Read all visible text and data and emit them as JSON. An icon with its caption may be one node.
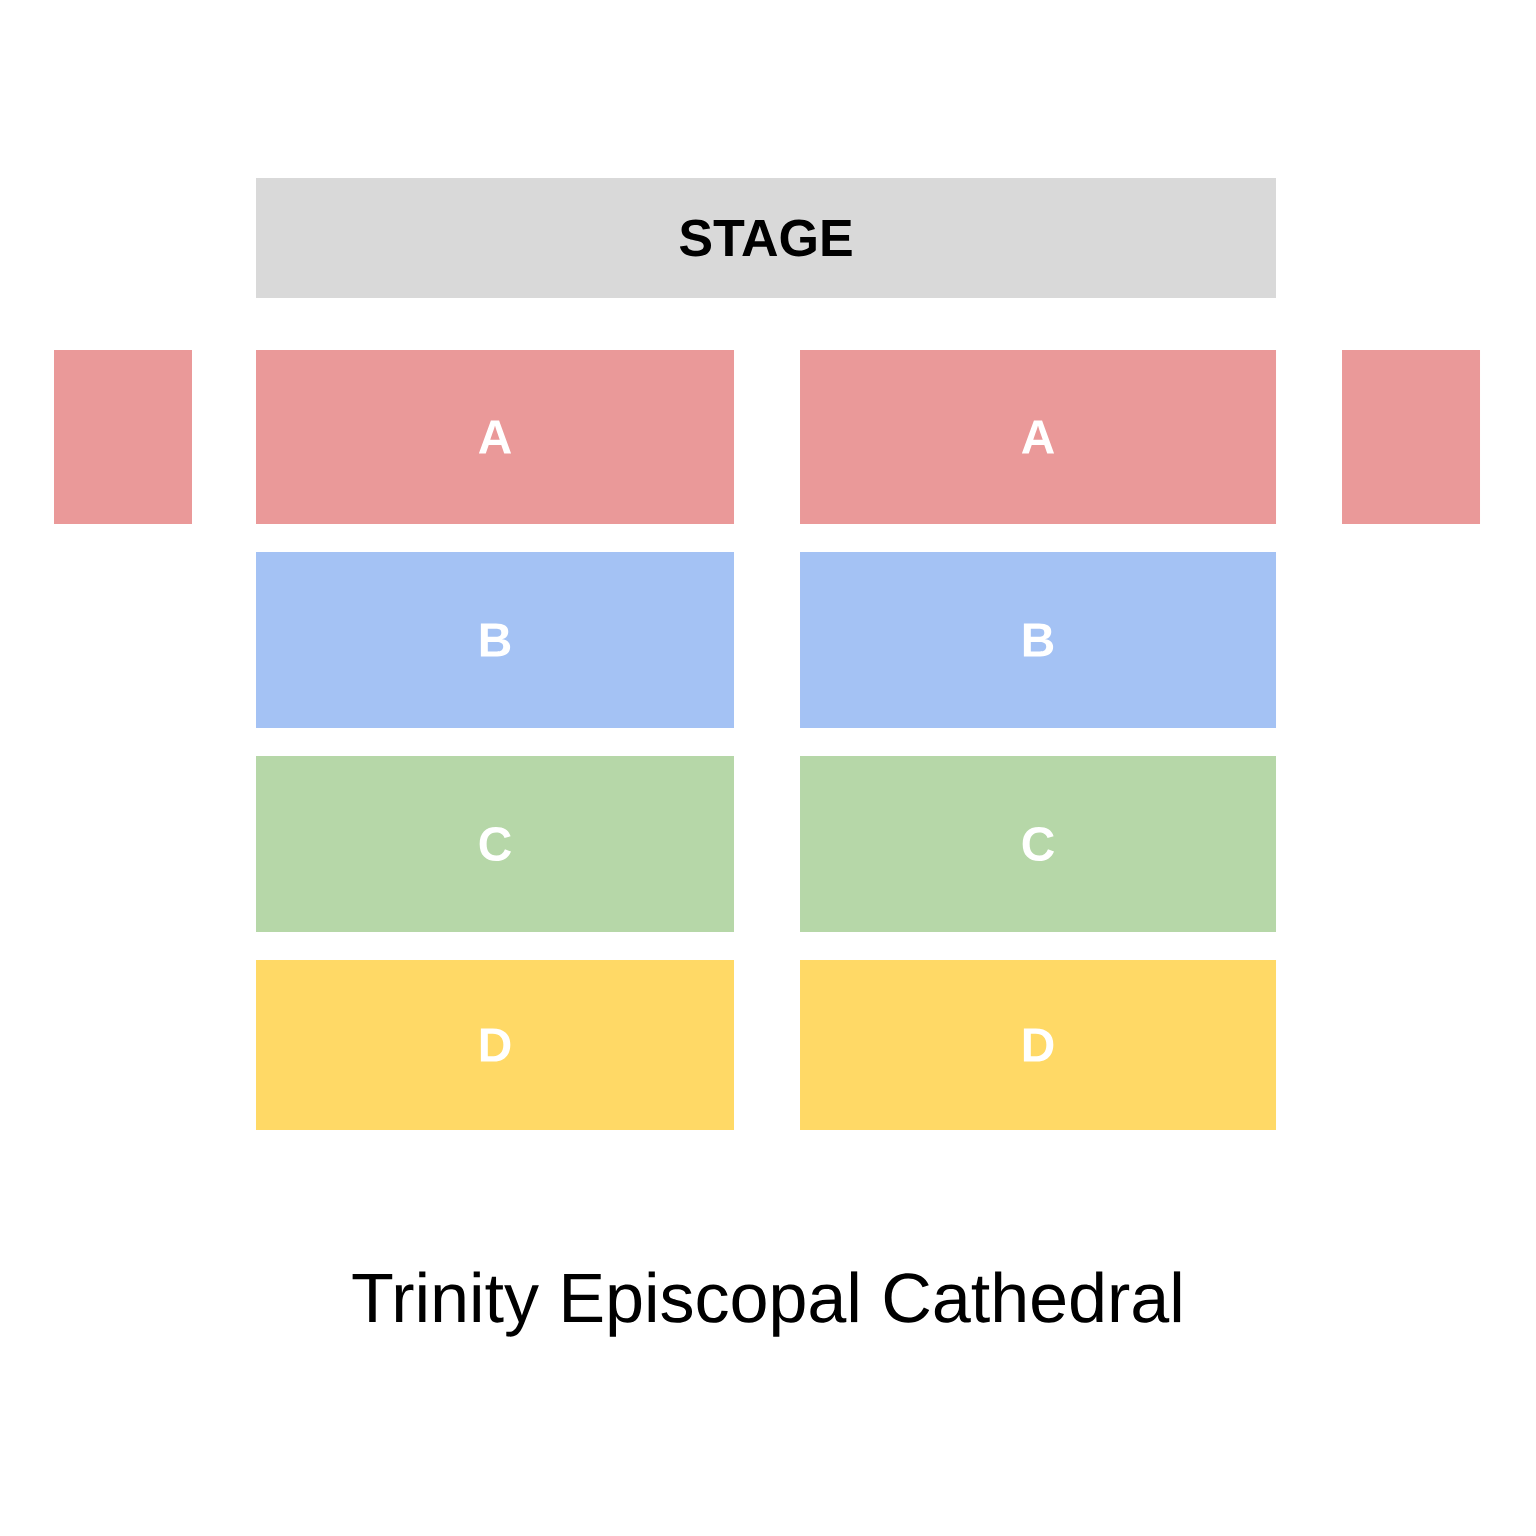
{
  "diagram": {
    "caption": "Trinity Episcopal Cathedral",
    "nodes": [
      {
        "text": [
          "STAGE"
        ]
      },
      {
        "text": [],
        "shape": "box"
      },
      {
        "text": [
          "A"
        ]
      },
      {
        "text": [
          "A"
        ]
      },
      {
        "text": [],
        "shape": "box"
      },
      {
        "text": [
          "B"
        ]
      },
      {
        "text": [
          "B"
        ]
      },
      {
        "text": [
          "C"
        ]
      },
      {
        "text": [
          "C"
        ]
      },
      {
        "text": [
          "D"
        ]
      },
      {
        "text": [
          "D"
        ]
      }
    ]
  }
}
